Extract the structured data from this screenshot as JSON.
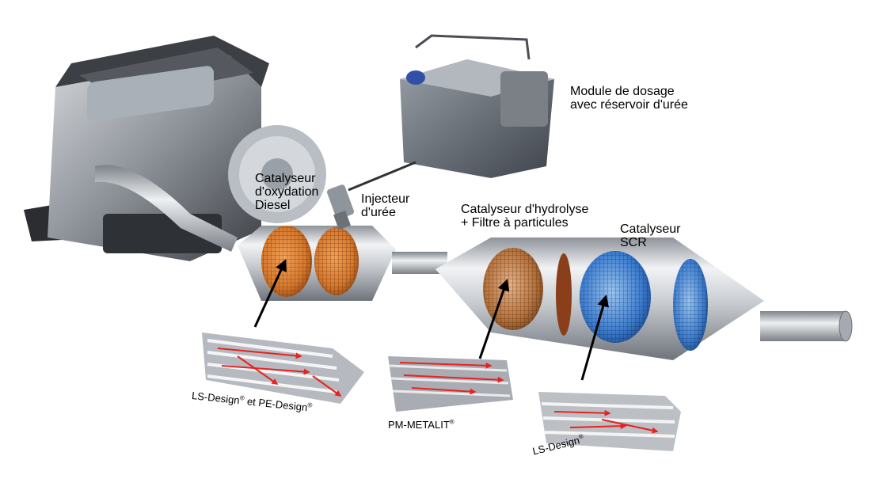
{
  "labels": {
    "dosing_module": {
      "line1": "Module de dosage",
      "line2": "avec réservoir d'urée"
    },
    "doc": {
      "line1": "Catalyseur",
      "line2": "d'oxydation",
      "line3": "Diesel"
    },
    "injector": {
      "line1": "Injecteur",
      "line2": "d'urée"
    },
    "hydrolysis": {
      "line1": "Catalyseur d'hydrolyse",
      "line2": "+ Filtre à particules"
    },
    "scr": {
      "line1": "Catalyseur",
      "line2": "SCR"
    }
  },
  "captions": {
    "ls_pe": {
      "part1": "LS-Design",
      "mark1": "®",
      "part2": " et PE-Design",
      "mark2": "®"
    },
    "pm": {
      "part1": "PM-METALIT",
      "mark1": "®"
    },
    "ls": {
      "part1": "LS-Design",
      "mark1": "®"
    }
  },
  "colors": {
    "steel": "#c9ccd0",
    "engine_dark": "#3c3f44",
    "copper": "#d77a2f",
    "bronze": "#b5743f",
    "blue": "#3f7fd0",
    "flow_arrow": "#e8231f"
  }
}
